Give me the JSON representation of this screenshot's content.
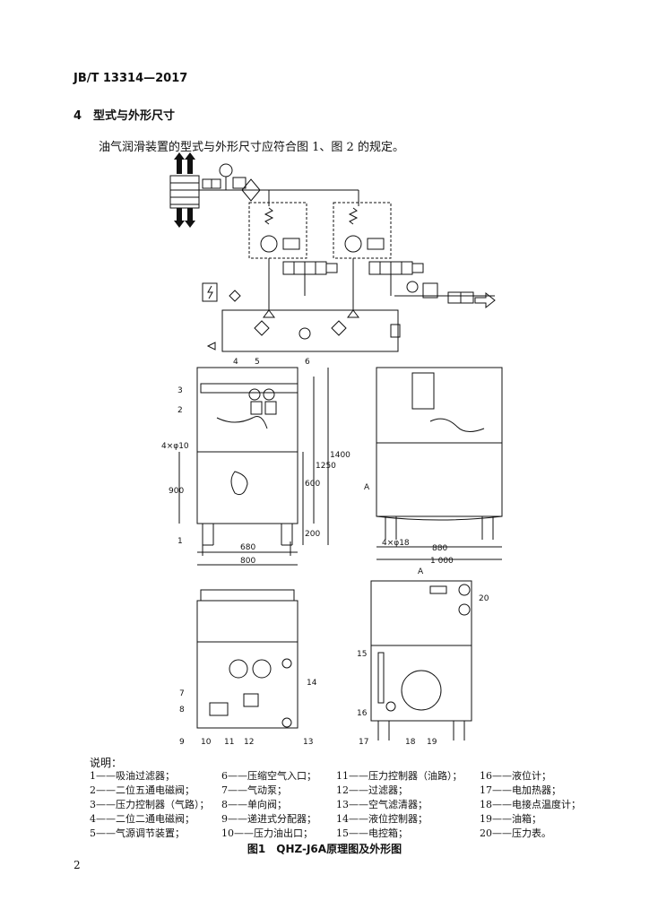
{
  "header": {
    "standard_no": "JB/T 13314—2017"
  },
  "section": {
    "number_title": "4　型式与外形尺寸"
  },
  "paragraph": "油气润滑装置的型式与外形尺寸应符合图 1、图 2 的规定。",
  "figure": {
    "dims_front": {
      "d680": "680",
      "d800": "800",
      "d900": "900",
      "d600": "600",
      "d200": "200",
      "d1250": "1250",
      "d1400": "1400",
      "holes_front": "4×φ10"
    },
    "dims_side": {
      "d880": "880",
      "d1000": "1 000",
      "holes_side": "4×φ18",
      "view_a": "A"
    },
    "view_a_label": "A",
    "callouts_front": [
      "1",
      "2",
      "3",
      "4",
      "5",
      "6"
    ],
    "callouts_bottom_left": [
      "7",
      "8",
      "9",
      "10",
      "11",
      "12",
      "13",
      "14"
    ],
    "callouts_bottom_right": [
      "15",
      "16",
      "17",
      "18",
      "19",
      "20"
    ]
  },
  "legend": {
    "title": "说明：",
    "rows": [
      [
        "1——吸油过滤器；",
        "6——压缩空气入口；",
        "11——压力控制器（油路）；",
        "16——液位计；"
      ],
      [
        "2——二位五通电磁阀；",
        "7——气动泵；",
        "12——过滤器；",
        "17——电加热器；"
      ],
      [
        "3——压力控制器（气路）；",
        "8——单向阀；",
        "13——空气滤清器；",
        "18——电接点温度计；"
      ],
      [
        "4——二位二通电磁阀；",
        "9——递进式分配器；",
        "14——液位控制器；",
        "19——油箱；"
      ],
      [
        "5——气源调节装置；",
        "10——压力油出口；",
        "15——电控箱；",
        "20——压力表。"
      ]
    ]
  },
  "caption": "图1　QHZ-J6A原理图及外形图",
  "page_number": "2"
}
